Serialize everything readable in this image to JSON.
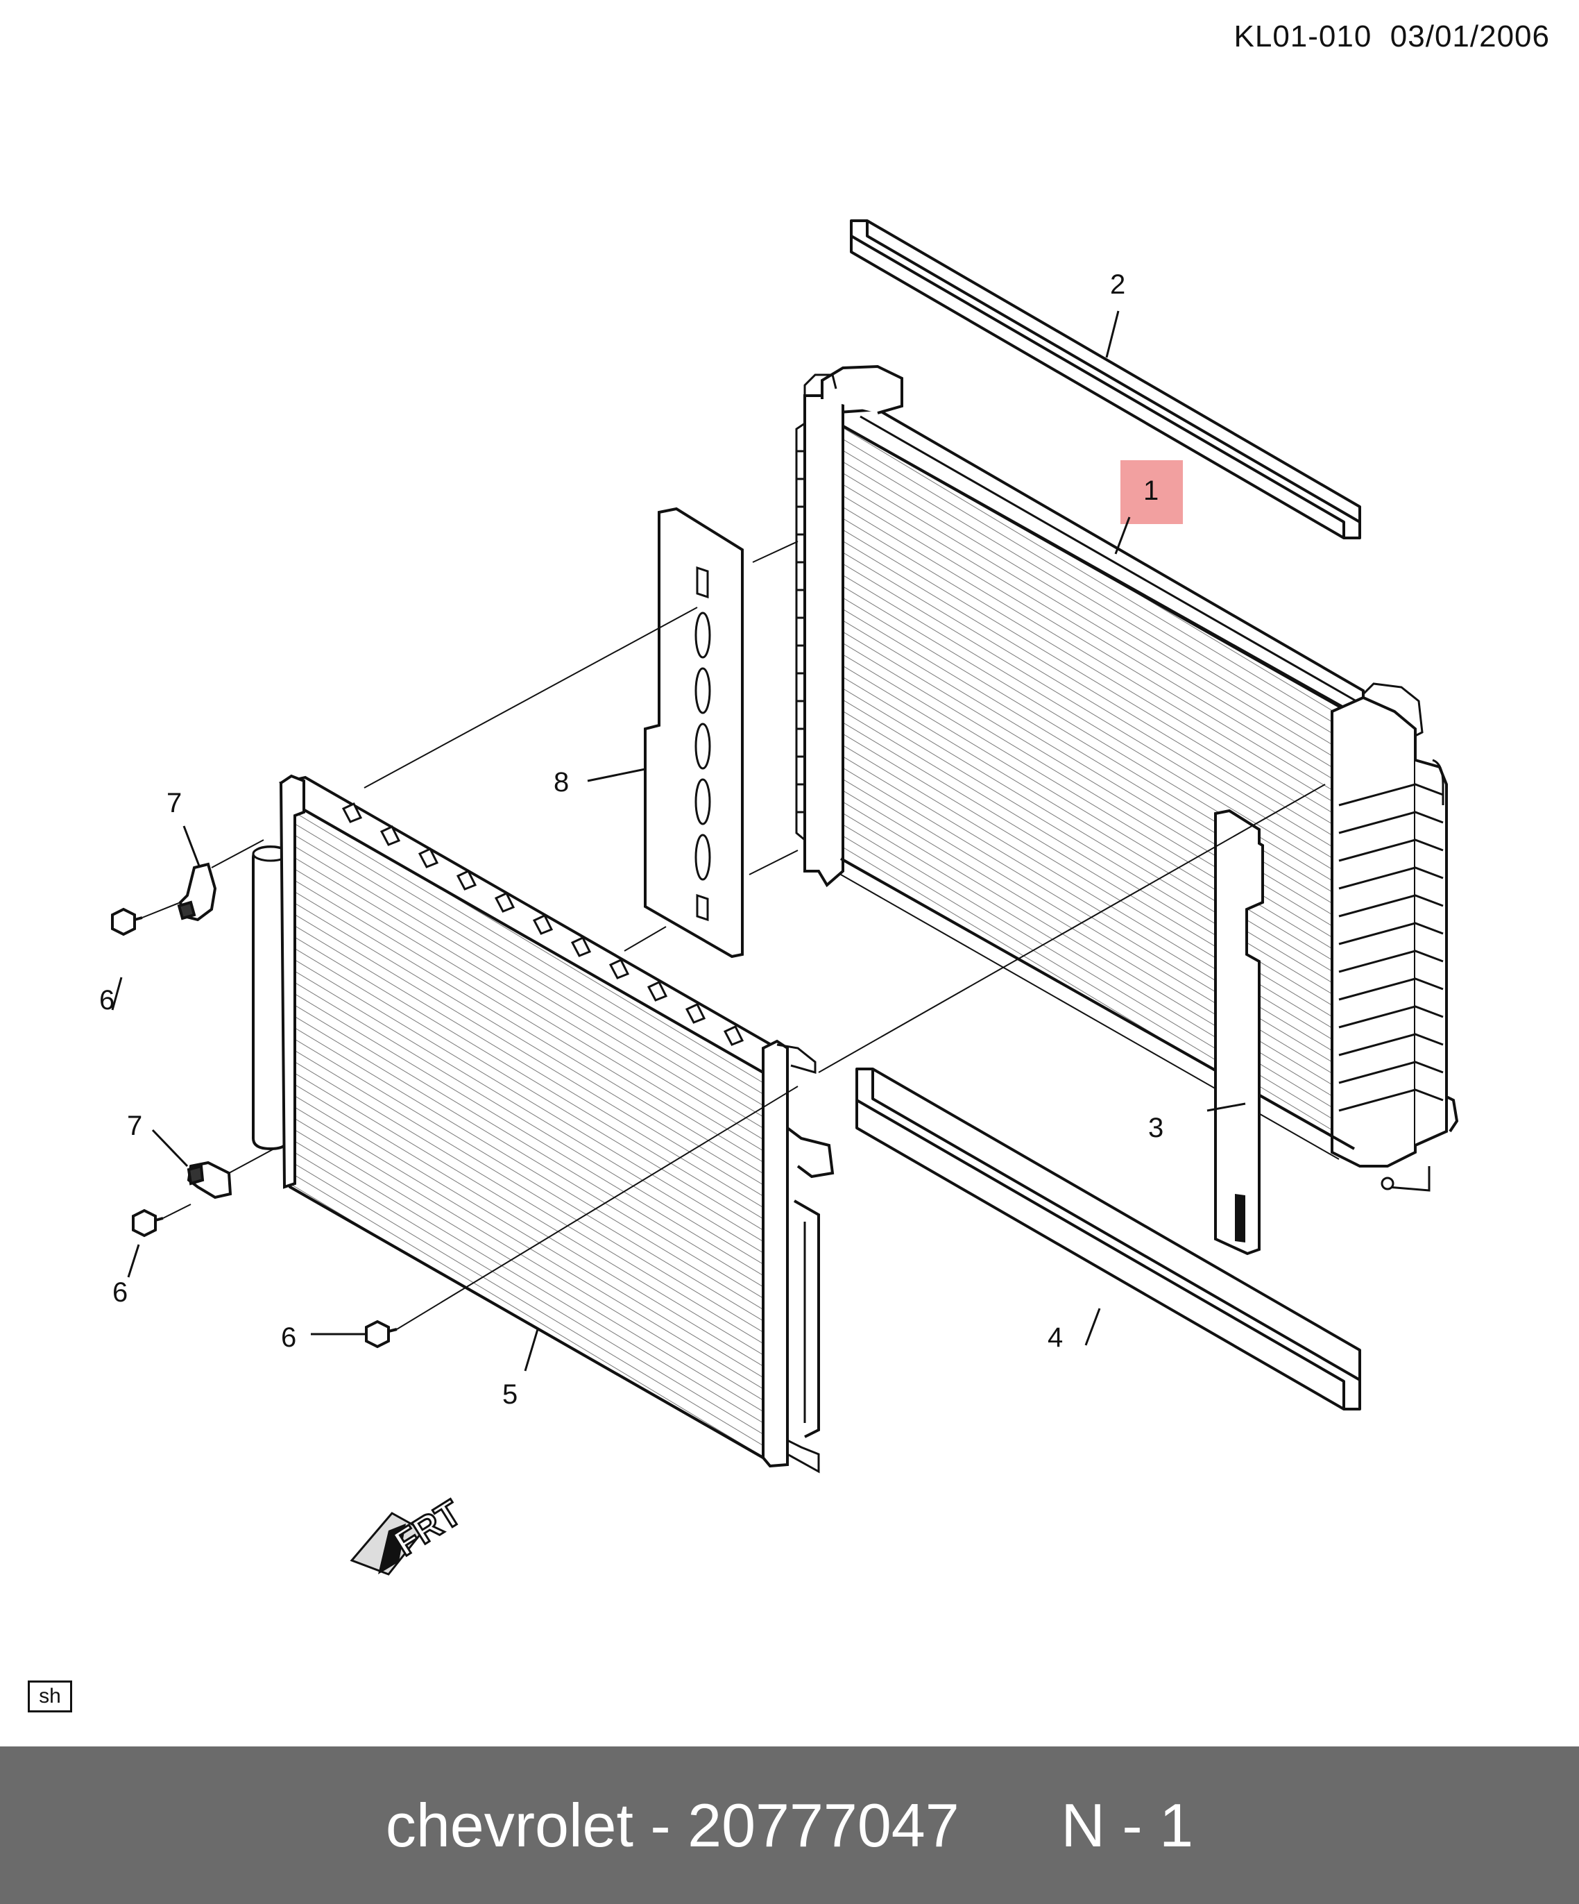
{
  "header": {
    "doc_code": "KL01-010  03/01/2006"
  },
  "callouts": {
    "c1": "1",
    "c2": "2",
    "c3": "3",
    "c4": "4",
    "c5": "5",
    "c6a": "6",
    "c6b": "6",
    "c6c": "6",
    "c7a": "7",
    "c7b": "7",
    "c8": "8"
  },
  "highlight_color": "#f2a0a0",
  "frt_arrow": "FRT",
  "corner_tag": "sh",
  "footer": {
    "brand": "chevrolet",
    "separator": "-",
    "part_number": "20777047",
    "qty_label": "N",
    "qty_separator": "-",
    "qty_value": "1"
  }
}
